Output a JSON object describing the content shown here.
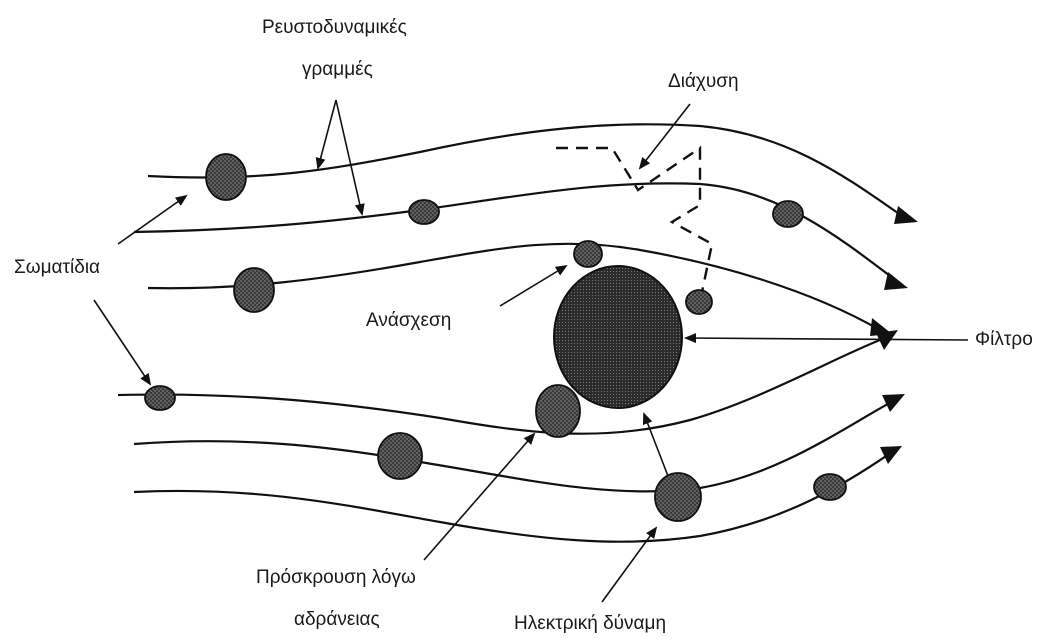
{
  "labels": {
    "streamlines_line1": "Ρευστοδυναμικές",
    "streamlines_line2": "γραμμές",
    "diffusion": "Διάχυση",
    "particles": "Σωματίδια",
    "interception": "Ανάσχεση",
    "filter": "Φίλτρο",
    "impaction_line1": "Πρόσκρουση λόγω",
    "impaction_line2": "αδράνειας",
    "electric_force": "Ηλεκτρική δύναμη"
  }
}
